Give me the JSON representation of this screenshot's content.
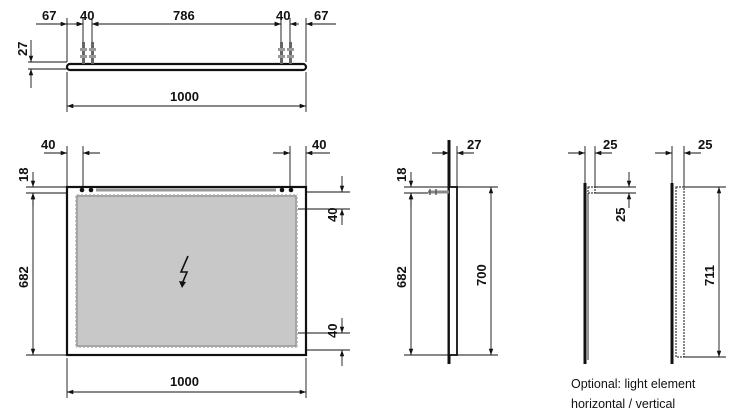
{
  "top_view": {
    "dims": [
      "67",
      "40",
      "786",
      "40",
      "67",
      "27",
      "1000"
    ]
  },
  "front_view": {
    "dims": [
      "40",
      "40",
      "18",
      "682",
      "40",
      "40",
      "1000"
    ],
    "symbol": "lightning-bolt-icon"
  },
  "side_view": {
    "dims": [
      "27",
      "18",
      "682",
      "700"
    ]
  },
  "detail_view": {
    "dims": [
      "25",
      "25",
      "25",
      "711"
    ]
  },
  "note": {
    "line1": "Optional: light element",
    "line2": "horizontal / vertical"
  }
}
